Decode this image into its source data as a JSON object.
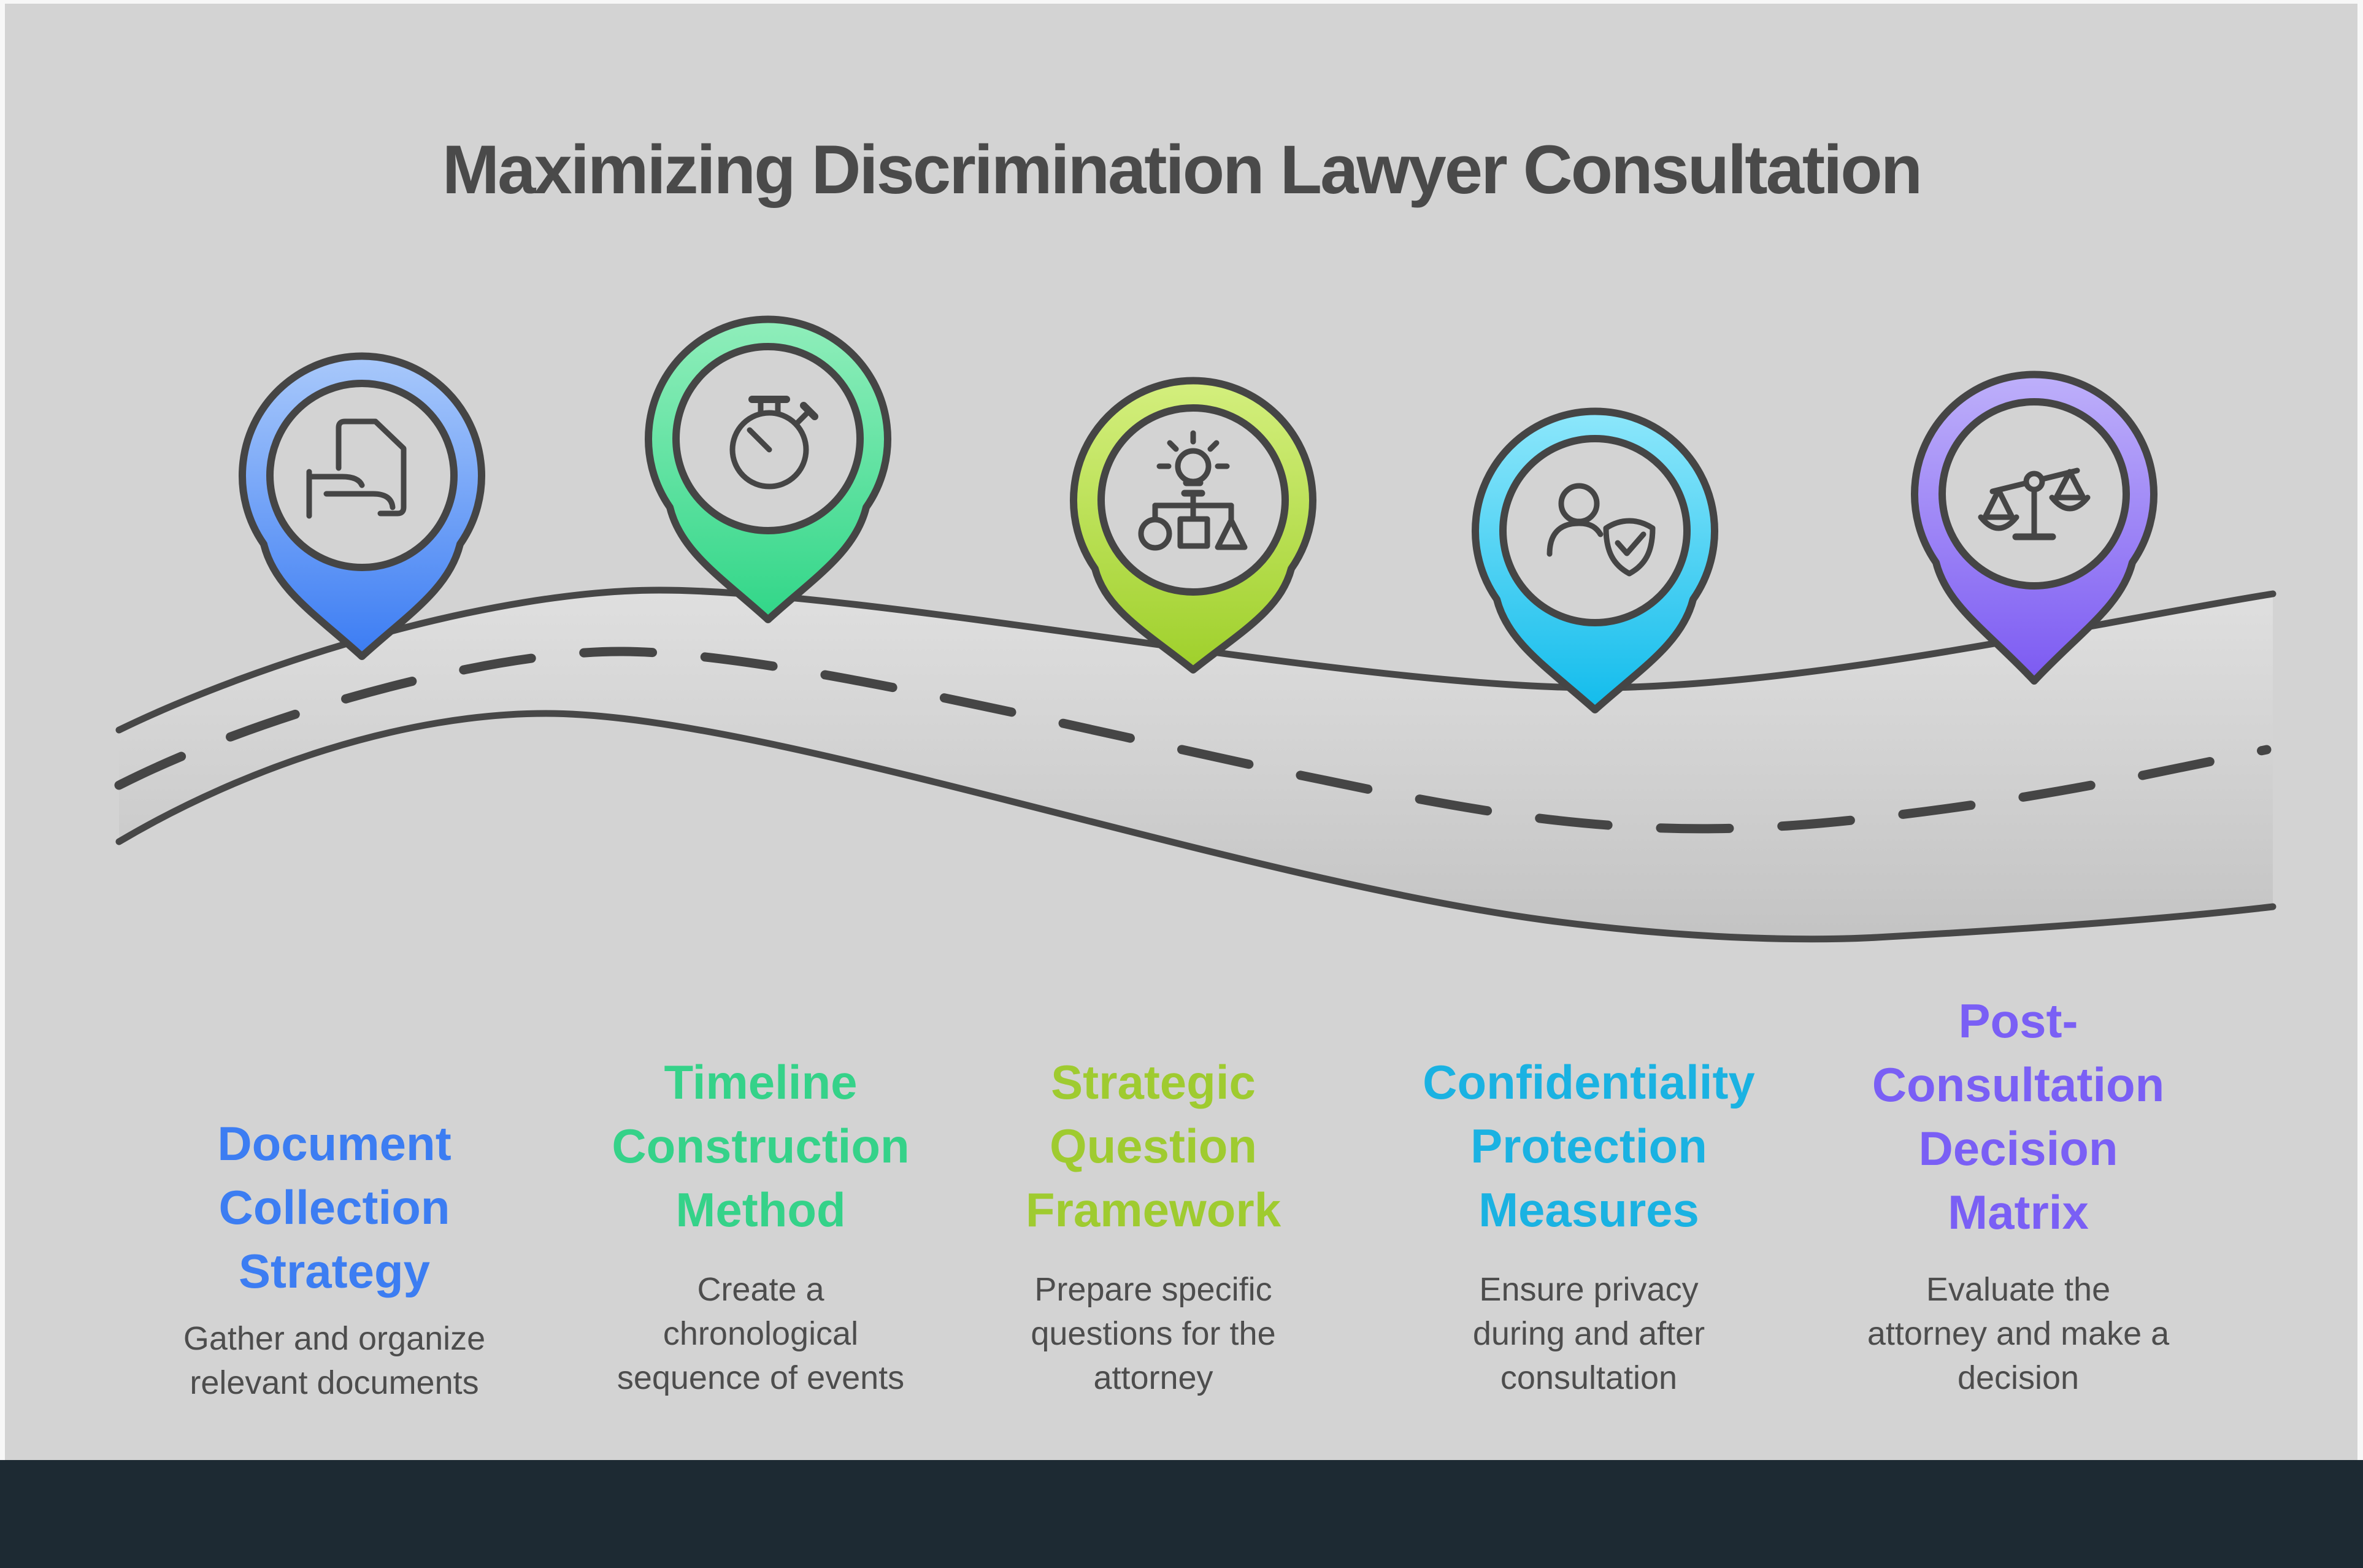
{
  "title": "Maximizing Discrimination Lawyer Consultation",
  "colors": {
    "background": "#d3d3d3",
    "outline": "#454545",
    "road_border": "#474747",
    "road_fill_top": "#e0e0e0",
    "road_fill_bottom": "#c2c2c2",
    "footer_bar": "#1d2a33",
    "title_text": "#4a4a4a",
    "body_text": "#4d4d4d"
  },
  "steps": [
    {
      "name": "document-collection-strategy",
      "icon": "document-hand-icon",
      "color_top": "#a9c9fb",
      "color_bottom": "#3b7cf3",
      "accent": "#3c7df2",
      "title_lines": [
        "Document",
        "Collection",
        "Strategy"
      ],
      "description_lines": [
        "Gather and organize",
        "relevant documents"
      ]
    },
    {
      "name": "timeline-construction-method",
      "icon": "stopwatch-icon",
      "color_top": "#90eebb",
      "color_bottom": "#31d688",
      "accent": "#35d289",
      "title_lines": [
        "Timeline",
        "Construction",
        "Method"
      ],
      "description_lines": [
        "Create a",
        "chronological",
        "sequence of events"
      ]
    },
    {
      "name": "strategic-question-framework",
      "icon": "idea-flowchart-icon",
      "color_top": "#d4ef7e",
      "color_bottom": "#9fd02b",
      "accent": "#9fcb30",
      "title_lines": [
        "Strategic",
        "Question",
        "Framework"
      ],
      "description_lines": [
        "Prepare specific",
        "questions for the",
        "attorney"
      ]
    },
    {
      "name": "confidentiality-protection-measures",
      "icon": "privacy-shield-icon",
      "color_top": "#8de7fb",
      "color_bottom": "#12bcec",
      "accent": "#1ab2e2",
      "title_lines": [
        "Confidentiality",
        "Protection",
        "Measures"
      ],
      "description_lines": [
        "Ensure privacy",
        "during and after",
        "consultation"
      ]
    },
    {
      "name": "post-consultation-decision-matrix",
      "icon": "scales-icon",
      "color_top": "#beb0fa",
      "color_bottom": "#7c5af2",
      "accent": "#7a5ff5",
      "title_lines": [
        "Post-",
        "Consultation",
        "Decision",
        "Matrix"
      ],
      "description_lines": [
        "Evaluate the",
        "attorney and make a",
        "decision"
      ]
    }
  ]
}
